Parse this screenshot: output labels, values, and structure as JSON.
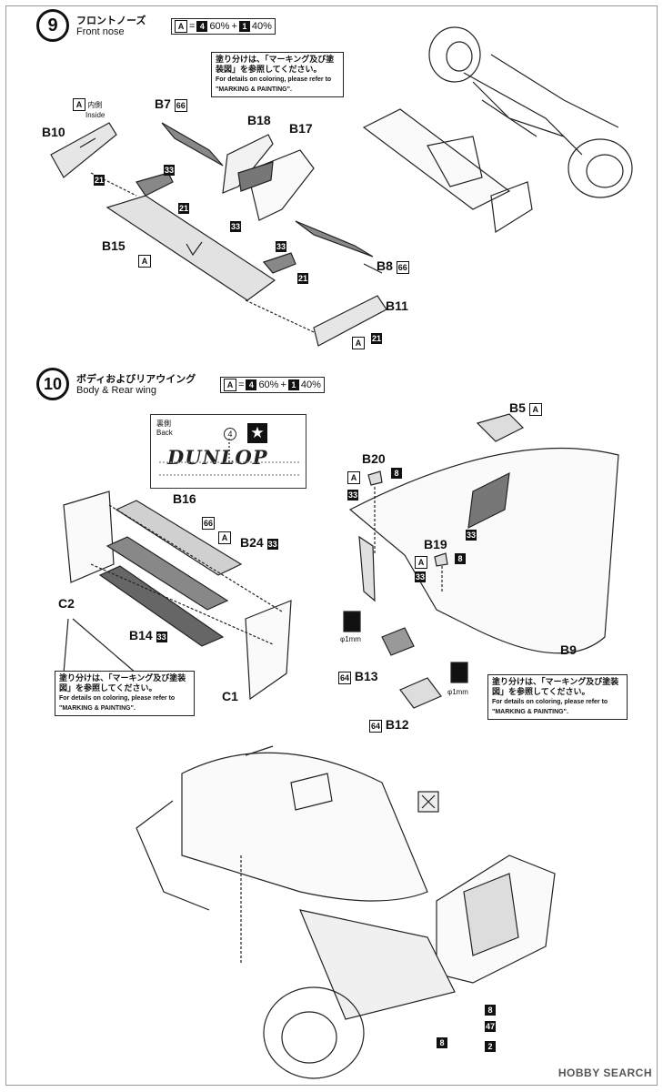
{
  "step9": {
    "number": "9",
    "title_jp": "フロントノーズ",
    "title_en": "Front nose",
    "mix": {
      "a": "A",
      "c1": "4",
      "p1": "60%",
      "c2": "1",
      "p2": "40%"
    },
    "note": {
      "jp": "塗り分けは、「マーキング及び塗装図」を参照してください。",
      "en": "For details on coloring, please refer to \"MARKING & PAINTING\"."
    },
    "inside_jp": "内側",
    "inside_en": "Inside",
    "parts": [
      "B10",
      "B7",
      "B18",
      "B17",
      "B15",
      "B8",
      "B11"
    ],
    "b7_code": "66",
    "b8_code": "66",
    "codes": {
      "c21": "21",
      "c33": "33",
      "a": "A"
    }
  },
  "step10": {
    "number": "10",
    "title_jp": "ボディおよびリアウイング",
    "title_en": "Body & Rear wing",
    "mix": {
      "a": "A",
      "c1": "4",
      "p1": "60%",
      "c2": "1",
      "p2": "40%"
    },
    "back_jp": "裏側",
    "back_en": "Back",
    "decal_num": "4",
    "dunlop": "DUNLOP",
    "parts": [
      "B16",
      "B24",
      "B14",
      "C2",
      "C1",
      "B20",
      "B19",
      "B5",
      "B9",
      "B13",
      "B12"
    ],
    "codes": {
      "c66": "66",
      "c33": "33",
      "c8": "8",
      "c64": "64",
      "a": "A",
      "c47": "47",
      "c2": "2"
    },
    "drill": "φ1mm",
    "note": {
      "jp": "塗り分けは、「マーキング及び塗装図」を参照してください。",
      "en": "For details on coloring, please refer to \"MARKING & PAINTING\"."
    }
  },
  "watermark": "HOBBY SEARCH"
}
